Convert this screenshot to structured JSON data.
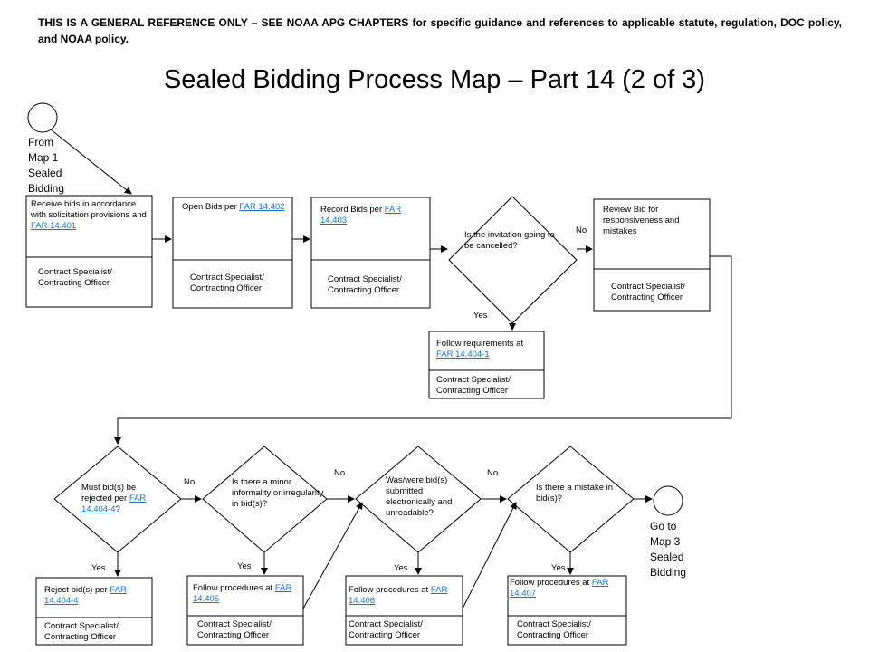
{
  "disclaimer": "THIS IS A GENERAL REFERENCE ONLY – SEE NOAA APG CHAPTERS for specific guidance and references to applicable statute, regulation, DOC policy, and NOAA policy.",
  "title": "Sealed Bidding Process Map – Part 14 (2 of 3)",
  "role": "Contract Specialist/ Contracting Officer",
  "connectors": {
    "start": "From Map 1 Sealed Bidding",
    "end": "Go to Map 3 Sealed Bidding"
  },
  "steps": {
    "receive": {
      "text": "Receive bids in accordance with solicitation provisions and",
      "link": "FAR 14.401"
    },
    "open": {
      "text": "Open Bids per",
      "link": "FAR 14.402"
    },
    "record": {
      "text": "Record Bids per",
      "link": "FAR 14.403"
    },
    "review": {
      "text": "Review Bid for responsiveness and mistakes"
    },
    "follow_cancel": {
      "text": "Follow requirements at",
      "link": "FAR 14.404-1"
    },
    "reject": {
      "text": "Reject bid(s) per",
      "link": "FAR 14.404-4"
    },
    "follow_405": {
      "text": "Follow procedures at",
      "link": "FAR 14.405"
    },
    "follow_406": {
      "text": "Follow procedures at",
      "link": "FAR 14.406"
    },
    "follow_407": {
      "text": "Follow procedures at",
      "link": "FAR 14.407"
    }
  },
  "decisions": {
    "cancel": {
      "text": "Is the invitation going to be cancelled?"
    },
    "must_reject": {
      "text": "Must bid(s) be rejected per",
      "link": "FAR 14.404-4",
      "suffix": "?"
    },
    "minor": {
      "text": "Is there a minor informality or irregularity in bid(s)?"
    },
    "electronic": {
      "text": "Was/were bid(s) submitted electronically and unreadable?"
    },
    "mistake": {
      "text": "Is there a mistake in bid(s)?"
    }
  },
  "labels": {
    "yes": "Yes",
    "no": "No"
  }
}
